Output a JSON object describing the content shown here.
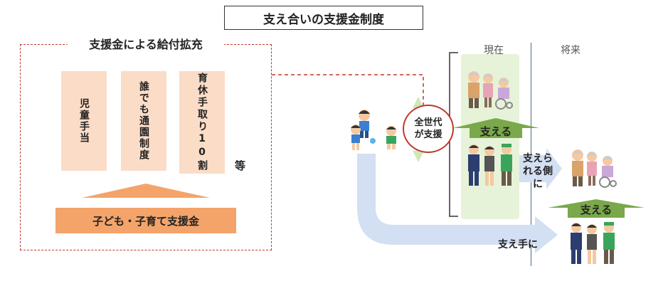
{
  "title": "支え合いの支援金制度",
  "left": {
    "heading": "支援金による給付拡充",
    "cards": [
      "児童手当",
      "誰でも通園制度",
      "育休手取り10割"
    ],
    "etc": "等",
    "fund": "子ども・子育て支援金"
  },
  "right": {
    "now": "現在",
    "future": "将来",
    "support_label": "全世代が支援",
    "supports_now": "支える",
    "supports_future": "支える",
    "supported_side": "支えられる側に",
    "become_supporter": "支え手に"
  },
  "colors": {
    "card": "#fbdcc7",
    "fund": "#f4a46a",
    "green": "#7aa84a",
    "light_green": "#e6f3d8",
    "blue_arrow": "#d3dff2",
    "dash": "#c0392b"
  }
}
